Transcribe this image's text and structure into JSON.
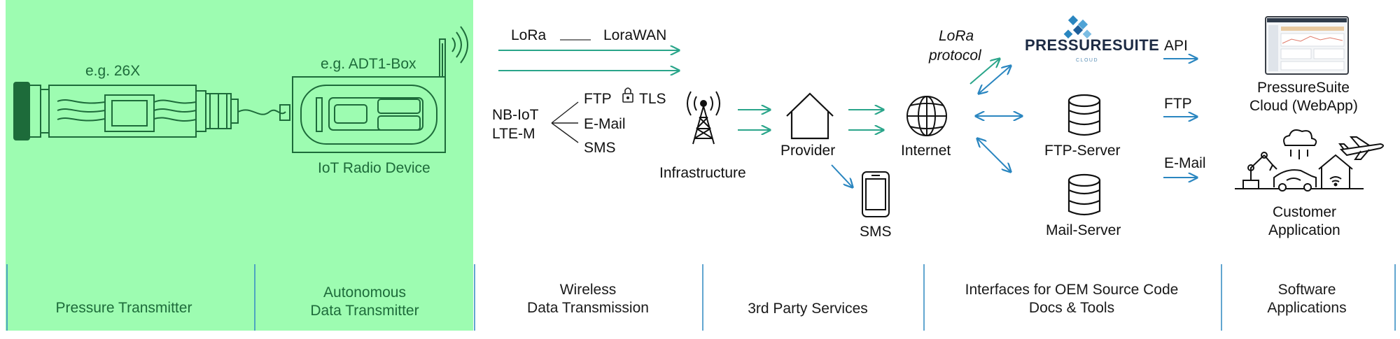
{
  "colors": {
    "highlight_bg": "#9dfcb1",
    "teal_arrow": "#2aa58a",
    "blue_arrow": "#2a86c0",
    "divider": "#3b8fc4",
    "device_green": "#1d6b3a"
  },
  "devices": {
    "transmitter_label": "e.g. 26X",
    "box_label": "e.g. ADT1-Box",
    "radio_label": "IoT Radio Device"
  },
  "wireless": {
    "lora": "LoRa",
    "lorawan": "LoraWAN",
    "nbiot": "NB-IoT",
    "ltem": "LTE-M",
    "ftp": "FTP",
    "tls": "TLS",
    "email": "E-Mail",
    "sms": "SMS"
  },
  "infrastructure": {
    "label": "Infrastructure",
    "icon": "radio-tower-icon"
  },
  "provider": {
    "label": "Provider",
    "icon": "house-icon"
  },
  "sms_phone": {
    "label": "SMS",
    "icon": "smartphone-icon"
  },
  "internet": {
    "label": "Internet",
    "icon": "globe-icon"
  },
  "lora_protocol": {
    "line1": "LoRa",
    "line2": "protocol"
  },
  "pressuresuite": {
    "logo_bold": "PRESSURESUITE",
    "logo_sub": "CLOUD"
  },
  "ftp_server": {
    "label": "FTP-Server",
    "icon": "database-icon"
  },
  "mail_server": {
    "label": "Mail-Server",
    "icon": "database-icon"
  },
  "interfaces": {
    "api": "API",
    "ftp": "FTP",
    "email": "E-Mail"
  },
  "webapp": {
    "line1": "PressureSuite",
    "line2": "Cloud (WebApp)"
  },
  "customer": {
    "line1": "Customer",
    "line2": "Application"
  },
  "categories": [
    {
      "line1": "",
      "line2": "Pressure Transmitter"
    },
    {
      "line1": "Autonomous",
      "line2": "Data Transmitter"
    },
    {
      "line1": "Wireless",
      "line2": "Data Transmission"
    },
    {
      "line1": "",
      "line2": "3rd Party Services"
    },
    {
      "line1": "Interfaces for OEM Source Code",
      "line2": "Docs & Tools"
    },
    {
      "line1": "Software",
      "line2": "Applications"
    }
  ]
}
